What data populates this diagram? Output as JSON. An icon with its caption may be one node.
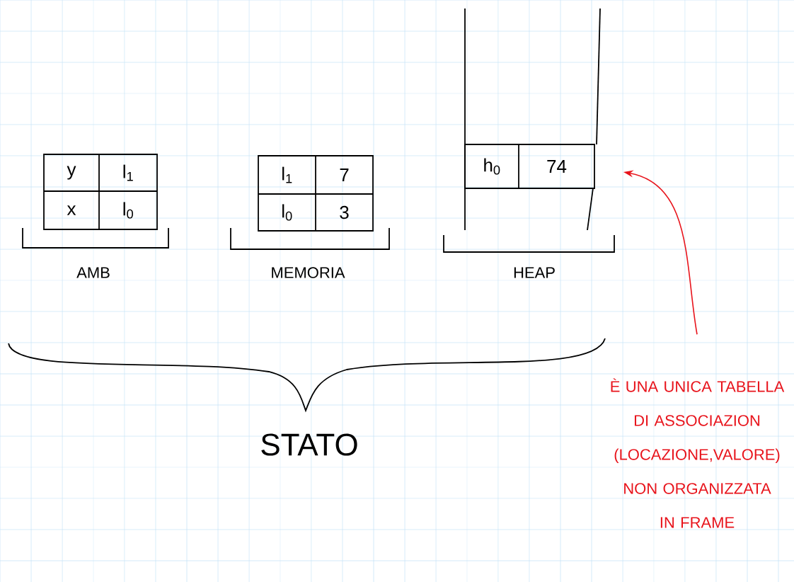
{
  "diagram": {
    "nodes": [
      {
        "text": [
          "y",
          "l$_{1}$",
          "x",
          "l$_{0}$"
        ],
        "beside": [
          "AMB"
        ]
      },
      {
        "text": [
          "l$_{1}$",
          "7",
          "l$_{0}$",
          "3"
        ],
        "beside": [
          "MEMORIA"
        ]
      },
      {
        "text": [
          "h$_{0}$",
          "74"
        ],
        "beside": [
          "HEAP"
        ]
      },
      {
        "text": [
          "È UNA UNICA TABELLA DI ASSOCIAZION (LOCAZIONE,VALORE) NON ORGANIZZATA IN FRAME"
        ]
      }
    ],
    "edges": [
      {
        "from": 3,
        "to": 2,
        "arrow": "to",
        "color": "#e8141c"
      }
    ],
    "labels": [
      "STATO"
    ]
  }
}
